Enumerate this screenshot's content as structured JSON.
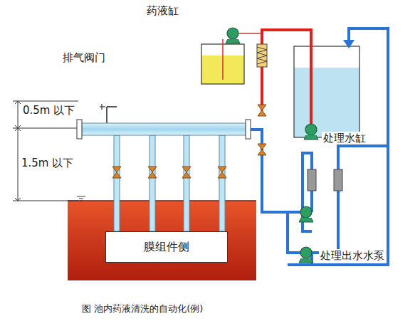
{
  "diagram": {
    "caption": "图 池内药液清洗的自动化(例)",
    "nodes": [
      {
        "text": [
          "膜组件侧"
        ]
      }
    ],
    "labels": [
      "药液缸",
      "排气阀门",
      "0.5m 以下",
      "1.5m 以下",
      "处理水缸",
      "处理出水水泵"
    ]
  }
}
